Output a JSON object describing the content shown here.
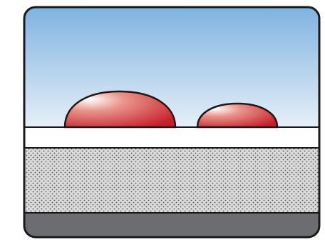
{
  "diagram": {
    "colors": {
      "frame_stroke": "#1a1a1a",
      "sky_top": "#7fb3e0",
      "sky_bottom": "#e6eff8",
      "film": "#ffffff",
      "porous_bg": "#d9d9d9",
      "porous_dot": "#555555",
      "base": "#6b6d70",
      "droplet_highlight": "#ffffff",
      "droplet_mid": "#e8958c",
      "droplet_dark": "#c81e2a"
    },
    "layers": [
      {
        "name": "sky",
        "fill": "gradient"
      },
      {
        "name": "film",
        "fill": "solid"
      },
      {
        "name": "porous-layer",
        "fill": "dots"
      },
      {
        "name": "base-layer",
        "fill": "solid"
      }
    ],
    "droplets": [
      {
        "name": "droplet-large"
      },
      {
        "name": "droplet-small"
      }
    ]
  }
}
